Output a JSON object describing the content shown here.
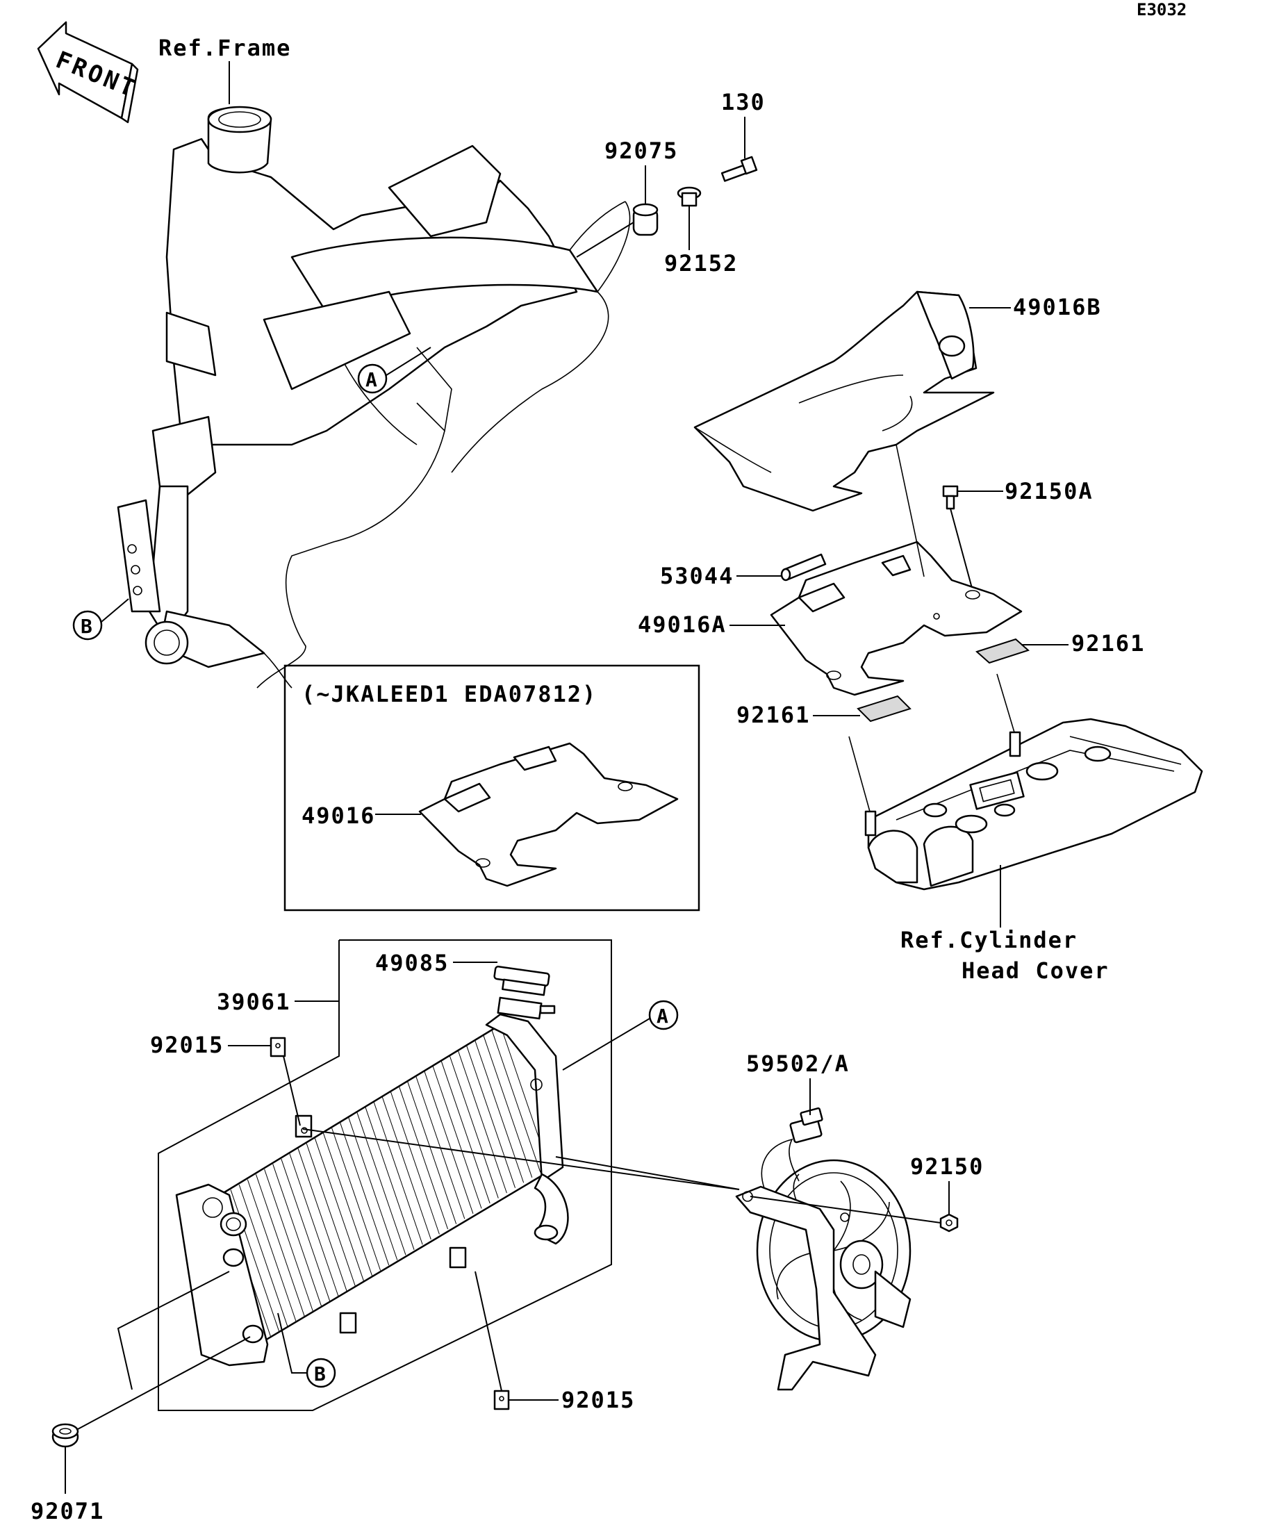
{
  "diagram_code": "E3032",
  "front_arrow_text": "FRONT",
  "callout_letters": {
    "a": "A",
    "b": "B"
  },
  "inset_title": "(~JKALEED1 EDA07812)",
  "labels": {
    "ref_frame": "Ref.Frame",
    "p130": "130",
    "p92075": "92075",
    "p92152": "92152",
    "p49016b": "49016B",
    "p92150a": "92150A",
    "p53044": "53044",
    "p49016a": "49016A",
    "p92161_right": "92161",
    "p92161_left": "92161",
    "p49016": "49016",
    "ref_cylinder_line1": "Ref.Cylinder",
    "ref_cylinder_line2": "Head Cover",
    "p49085": "49085",
    "p39061": "39061",
    "p92015_top": "92015",
    "p59502": "59502/A",
    "p92150": "92150",
    "p92015_bottom": "92015",
    "p92071": "92071"
  }
}
